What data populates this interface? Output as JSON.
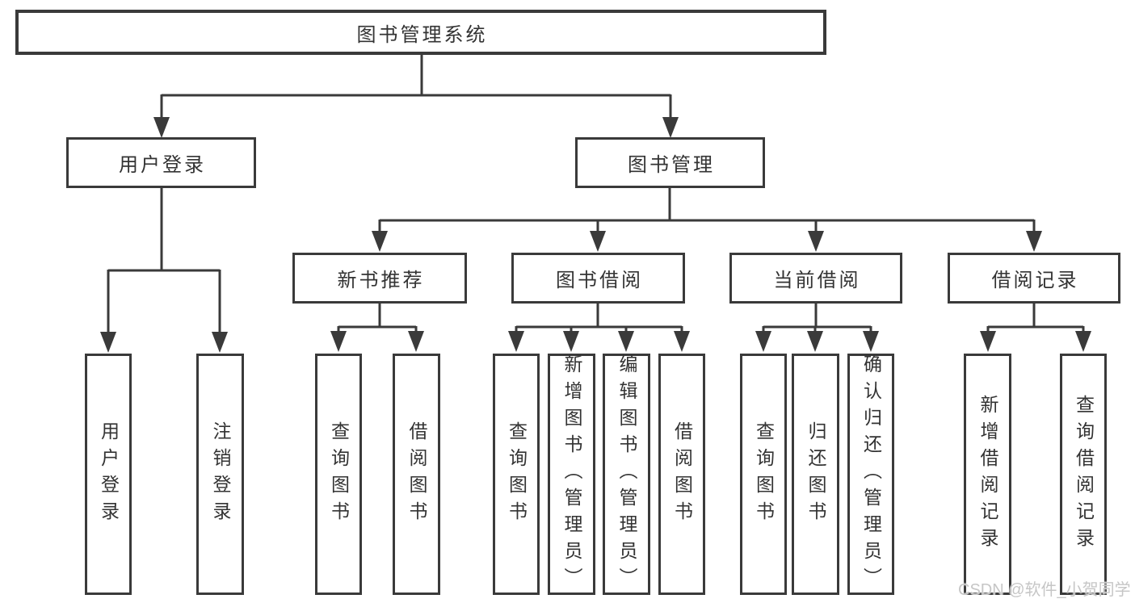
{
  "diagram_title": "图书管理系统",
  "colors": {
    "line": "#3a3a3a",
    "text": "#333333",
    "background": "#ffffff",
    "watermark": "#c6c6c6"
  },
  "nodes": {
    "root": "图书管理系统",
    "user_login": "用户登录",
    "book_mgmt": "图书管理",
    "new_book_rec": "新书推荐",
    "book_borrow": "图书借阅",
    "current_borrow": "当前借阅",
    "borrow_records": "借阅记录",
    "leaf_user_login": "用户登录",
    "leaf_logout": "注销登录",
    "leaf_query_book_a": "查询图书",
    "leaf_borrow_book_a": "借阅图书",
    "leaf_query_book_b": "查询图书",
    "leaf_add_book": "新增图书（管理员）",
    "leaf_edit_book": "编辑图书（管理员）",
    "leaf_borrow_book_b": "借阅图书",
    "leaf_query_book_c": "查询图书",
    "leaf_return_book": "归还图书",
    "leaf_confirm_return": "确认归还（管理员）",
    "leaf_add_record": "新增借阅记录",
    "leaf_query_record": "查询借阅记录"
  },
  "tree": {
    "label": "图书管理系统",
    "children": [
      {
        "label": "用户登录",
        "children": [
          "用户登录",
          "注销登录"
        ]
      },
      {
        "label": "图书管理",
        "children": [
          {
            "label": "新书推荐",
            "children": [
              "查询图书",
              "借阅图书"
            ]
          },
          {
            "label": "图书借阅",
            "children": [
              "查询图书",
              "新增图书（管理员）",
              "编辑图书（管理员）",
              "借阅图书"
            ]
          },
          {
            "label": "当前借阅",
            "children": [
              "查询图书",
              "归还图书",
              "确认归还（管理员）"
            ]
          },
          {
            "label": "借阅记录",
            "children": [
              "新增借阅记录",
              "查询借阅记录"
            ]
          }
        ]
      }
    ]
  },
  "watermark": "CSDN @软件_小贺同学"
}
